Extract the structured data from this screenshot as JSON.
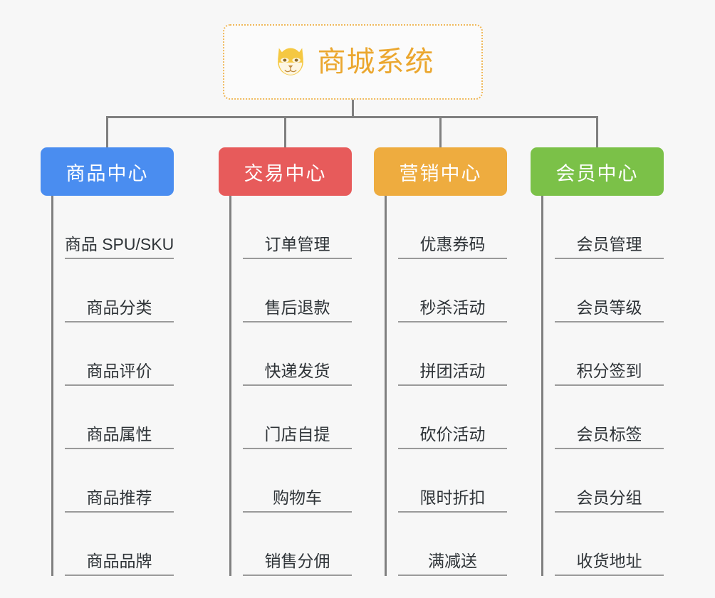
{
  "diagram": {
    "type": "mindmap-tree",
    "background_color": "#f7f7f7",
    "line_color": "#808080",
    "root": {
      "title": "商城系统",
      "icon": "shiba-dog-face-icon",
      "border_color": "#f0b95c",
      "text_color": "#eba72f"
    },
    "branches": [
      {
        "label": "商品中心",
        "color": "#4a8df0",
        "leaves": [
          "商品 SPU/SKU",
          "商品分类",
          "商品评价",
          "商品属性",
          "商品推荐",
          "商品品牌"
        ]
      },
      {
        "label": "交易中心",
        "color": "#e75b5b",
        "leaves": [
          "订单管理",
          "售后退款",
          "快递发货",
          "门店自提",
          "购物车",
          "销售分佣"
        ]
      },
      {
        "label": "营销中心",
        "color": "#eeac3f",
        "leaves": [
          "优惠券码",
          "秒杀活动",
          "拼团活动",
          "砍价活动",
          "限时折扣",
          "满减送"
        ]
      },
      {
        "label": "会员中心",
        "color": "#7bc148",
        "leaves": [
          "会员管理",
          "会员等级",
          "积分签到",
          "会员标签",
          "会员分组",
          "收货地址"
        ]
      }
    ]
  }
}
